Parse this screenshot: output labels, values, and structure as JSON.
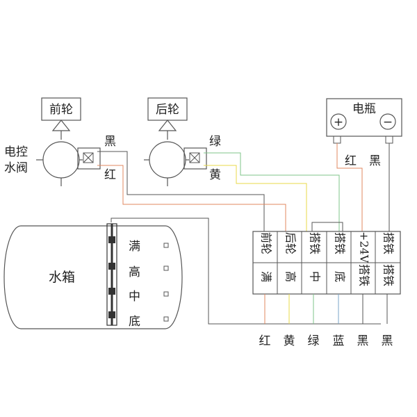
{
  "front_wheel": {
    "label": "前轮"
  },
  "rear_wheel": {
    "label": "后轮"
  },
  "valve": {
    "label_line1": "电控",
    "label_line2": "水阀"
  },
  "battery": {
    "label": "电瓶",
    "plus": "+",
    "minus": "−",
    "wire_red": "红",
    "wire_black": "黑"
  },
  "valve_wires": {
    "black": "黑",
    "red": "红",
    "green": "绿",
    "yellow": "黄"
  },
  "tank": {
    "label": "水箱",
    "level_labels": [
      "满",
      "高",
      "中",
      "底"
    ]
  },
  "terminal": {
    "top": [
      "前轮",
      "后轮",
      "搭铁",
      "搭铁",
      "+24V",
      "搭铁"
    ],
    "bottom": [
      "满",
      "高",
      "中",
      "底",
      "搭铁",
      "搭铁"
    ]
  },
  "bottom_wires": [
    "红",
    "黄",
    "绿",
    "蓝",
    "黑",
    "黑"
  ],
  "colors": {
    "line": "#555555",
    "red_wire": "#e0875f",
    "yellow_wire": "#e8d84a",
    "green_wire": "#7fc48a",
    "blue_wire": "#7aa6c8"
  }
}
